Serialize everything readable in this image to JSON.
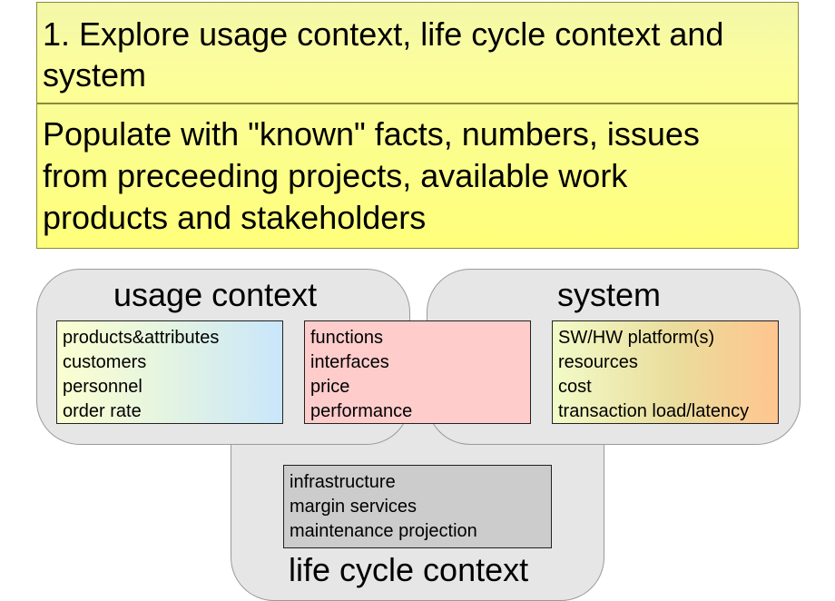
{
  "banner": {
    "title_lines": [
      "1. Explore usage context, life cycle context and",
      "system"
    ],
    "body_lines": [
      "Populate with \"known\" facts, numbers, issues",
      "from preceeding projects, available work",
      "products and stakeholders"
    ]
  },
  "contexts": {
    "usage": {
      "title": "usage context",
      "items": [
        "products&attributes",
        "customers",
        "personnel",
        "order rate"
      ]
    },
    "functions": {
      "items": [
        "functions",
        "interfaces",
        "price",
        "performance"
      ]
    },
    "system": {
      "title": "system",
      "items": [
        "SW/HW platform(s)",
        "resources",
        "cost",
        "transaction load/latency"
      ]
    },
    "lifecycle": {
      "title": "life cycle context",
      "items": [
        "infrastructure",
        "margin services",
        "maintenance projection"
      ]
    }
  },
  "colors": {
    "banner_yellow": "#ffff7a",
    "context_gray": "#e6e6e6",
    "functions_pink": "#ffcccc",
    "lifecycle_box_gray": "#cccccc"
  }
}
